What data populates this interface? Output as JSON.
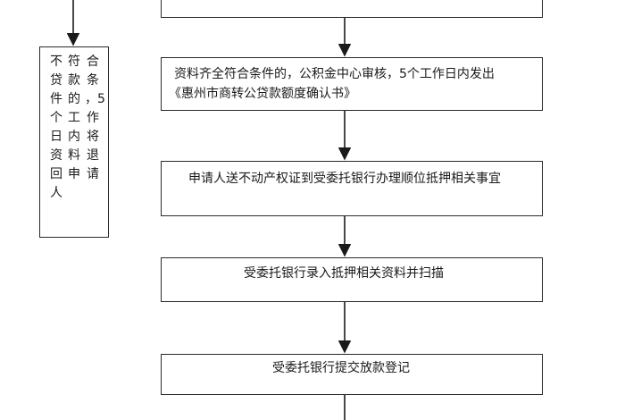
{
  "flow": {
    "top_box_text": "",
    "step1": {
      "line1": "资料齐全符合条件的，公积金中心审核，5个工作日内发出",
      "line2": "《惠州市商转公贷款额度确认书》"
    },
    "step2": "申请人送不动产权证到受委托银行办理顺位抵押相关事宜",
    "step3": "受委托银行录入抵押相关资料并扫描",
    "step4": "受委托银行提交放款登记"
  },
  "side_note": {
    "columns": [
      "不\n贷\n件\n个\n日\n资\n回\n人",
      "符\n款\n的\n工\n内\n料\n申",
      "合\n条\n，5\n作\n将\n退\n请"
    ]
  }
}
